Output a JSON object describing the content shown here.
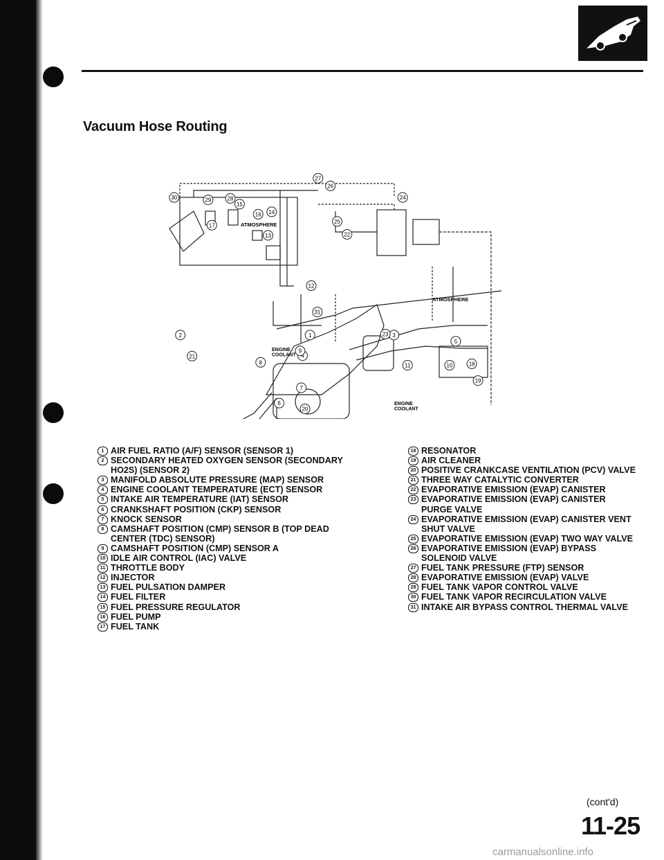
{
  "header": {
    "title": "Vacuum Hose Routing"
  },
  "diagram": {
    "labels": {
      "atmosphere_top": "ATMOSPHERE",
      "atmosphere_right": "ATMOSPHERE",
      "engine_coolant_left": "ENGINE\nCOOLANT",
      "engine_coolant_bottom": "ENGINE\nCOOLANT"
    },
    "callouts": [
      "1",
      "2",
      "3",
      "4",
      "5",
      "6",
      "7",
      "8",
      "9",
      "10",
      "11",
      "12",
      "13",
      "14",
      "15",
      "16",
      "17",
      "18",
      "19",
      "20",
      "21",
      "22",
      "23",
      "24",
      "25",
      "26",
      "27",
      "28",
      "29",
      "30",
      "31"
    ]
  },
  "legend": {
    "left": [
      {
        "num": "1",
        "text": "AIR FUEL RATIO (A/F) SENSOR (SENSOR 1)"
      },
      {
        "num": "2",
        "text": "SECONDARY HEATED OXYGEN SENSOR (SECONDARY HO2S) (SENSOR 2)"
      },
      {
        "num": "3",
        "text": "MANIFOLD ABSOLUTE PRESSURE (MAP) SENSOR"
      },
      {
        "num": "4",
        "text": "ENGINE COOLANT TEMPERATURE (ECT) SENSOR"
      },
      {
        "num": "5",
        "text": "INTAKE AIR TEMPERATURE (IAT) SENSOR"
      },
      {
        "num": "6",
        "text": "CRANKSHAFT POSITION (CKP) SENSOR"
      },
      {
        "num": "7",
        "text": "KNOCK SENSOR"
      },
      {
        "num": "8",
        "text": "CAMSHAFT POSITION (CMP) SENSOR B (TOP DEAD CENTER (TDC) SENSOR)"
      },
      {
        "num": "9",
        "text": "CAMSHAFT POSITION (CMP) SENSOR A"
      },
      {
        "num": "10",
        "text": "IDLE AIR CONTROL (IAC) VALVE"
      },
      {
        "num": "11",
        "text": "THROTTLE BODY"
      },
      {
        "num": "12",
        "text": "INJECTOR"
      },
      {
        "num": "13",
        "text": "FUEL PULSATION DAMPER"
      },
      {
        "num": "14",
        "text": "FUEL FILTER"
      },
      {
        "num": "15",
        "text": "FUEL PRESSURE REGULATOR"
      },
      {
        "num": "16",
        "text": "FUEL PUMP"
      },
      {
        "num": "17",
        "text": "FUEL TANK"
      }
    ],
    "right": [
      {
        "num": "18",
        "text": "RESONATOR"
      },
      {
        "num": "19",
        "text": "AIR CLEANER"
      },
      {
        "num": "20",
        "text": "POSITIVE CRANKCASE VENTILATION (PCV) VALVE"
      },
      {
        "num": "21",
        "text": "THREE WAY CATALYTIC CONVERTER"
      },
      {
        "num": "22",
        "text": "EVAPORATIVE EMISSION (EVAP) CANISTER"
      },
      {
        "num": "23",
        "text": "EVAPORATIVE EMISSION (EVAP) CANISTER PURGE VALVE"
      },
      {
        "num": "24",
        "text": "EVAPORATIVE EMISSION (EVAP) CANISTER VENT SHUT VALVE"
      },
      {
        "num": "25",
        "text": "EVAPORATIVE EMISSION (EVAP) TWO WAY VALVE"
      },
      {
        "num": "26",
        "text": "EVAPORATIVE EMISSION (EVAP) BYPASS SOLENOID VALVE"
      },
      {
        "num": "27",
        "text": "FUEL TANK PRESSURE (FTP) SENSOR"
      },
      {
        "num": "28",
        "text": "EVAPORATIVE EMISSION (EVAP) VALVE"
      },
      {
        "num": "29",
        "text": "FUEL TANK VAPOR CONTROL VALVE"
      },
      {
        "num": "30",
        "text": "FUEL TANK VAPOR RECIRCULATION VALVE"
      },
      {
        "num": "31",
        "text": "INTAKE AIR BYPASS CONTROL THERMAL VALVE"
      }
    ]
  },
  "footer": {
    "contd": "(cont'd)",
    "page_number": "11-25",
    "watermark": "carmanualsonline.info"
  }
}
